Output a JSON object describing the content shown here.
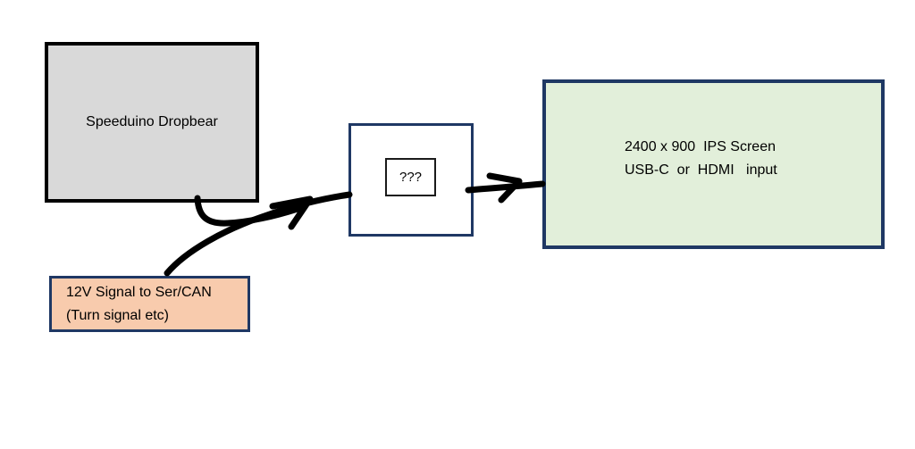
{
  "diagram": {
    "nodes": {
      "speeduino": {
        "label": "Speeduino Dropbear"
      },
      "signal_12v": {
        "lines": [
          "12V Signal to Ser/CAN",
          "(Turn signal etc)"
        ]
      },
      "unknown": {
        "label": "???"
      },
      "screen": {
        "lines": [
          "2400 x 900  IPS Screen",
          "USB-C  or  HDMI   input"
        ]
      }
    },
    "connectors": [
      {
        "name": "speeduino-to-unknown"
      },
      {
        "name": "signal-12v-to-unknown"
      },
      {
        "name": "unknown-to-screen"
      }
    ],
    "colors": {
      "speeduino_fill": "#d9d9d9",
      "speeduino_border": "#000000",
      "signal_fill": "#f8cbad",
      "navy_border": "#1f3864",
      "screen_fill": "#e2efda",
      "arrow": "#000000",
      "text": "#000000",
      "background": "#ffffff"
    }
  }
}
